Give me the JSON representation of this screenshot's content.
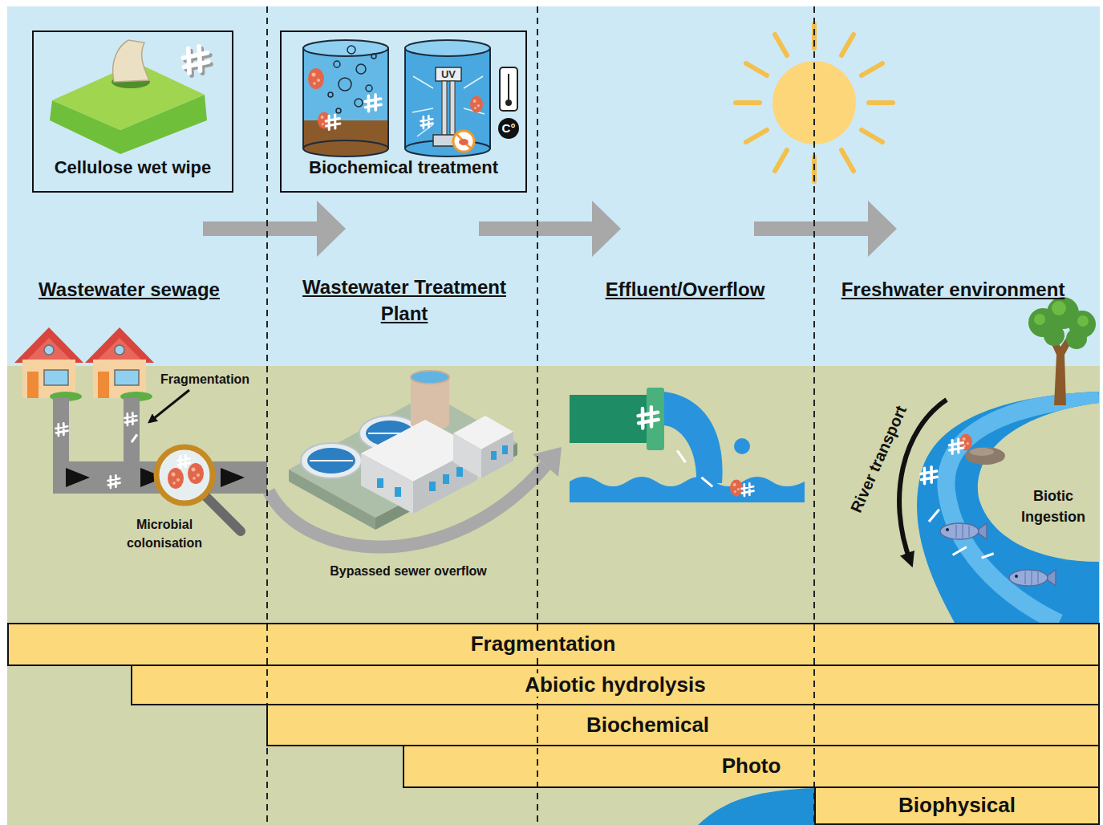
{
  "diagram": {
    "nodes": [
      {
        "text": [
          "Cellulose wet wipe"
        ]
      },
      {
        "text": [
          "Biochemical treatment"
        ]
      },
      {
        "text": [
          "Fragmentation"
        ]
      },
      {
        "text": [
          "Abiotic hydrolysis"
        ]
      },
      {
        "text": [
          "Biochemical"
        ]
      },
      {
        "text": [
          "Photo"
        ]
      },
      {
        "text": [
          "Biophysical"
        ]
      }
    ],
    "labels": [
      "Wastewater sewage",
      "Wastewater Treatment Plant",
      "Effluent/Overflow",
      "Freshwater environment",
      "Fragmentation",
      "Microbial colonisation",
      "Bypassed sewer overflow",
      "River transport",
      "Biotic Ingestion",
      "UV",
      "C°"
    ]
  }
}
